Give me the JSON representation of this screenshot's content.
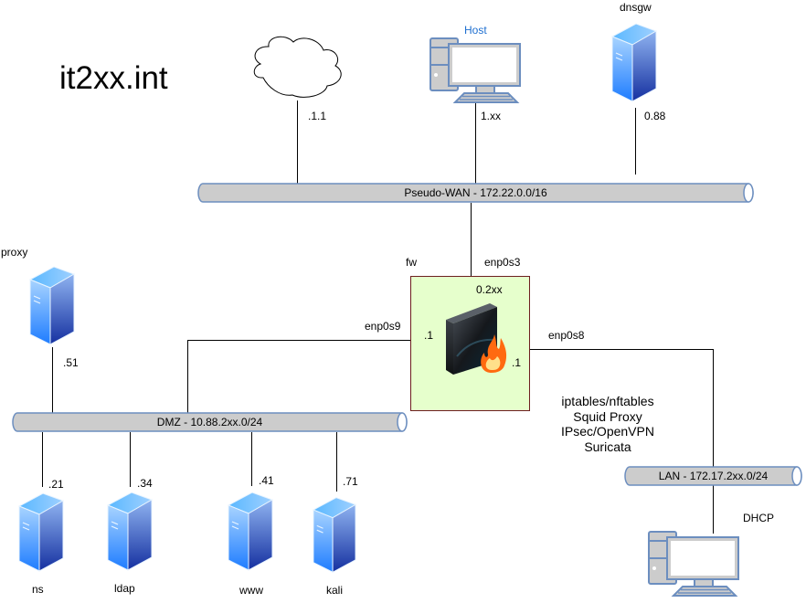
{
  "diagram": {
    "title": "it2xx.int",
    "networks": {
      "wan": {
        "label": "Pseudo-WAN - 172.22.0.0/16"
      },
      "dmz": {
        "label": "DMZ - 10.88.2xx.0/24"
      },
      "lan": {
        "label": "LAN - 172.17.2xx.0/24"
      }
    },
    "nodes": {
      "cloud": {
        "name": "",
        "address": ".1.1"
      },
      "host": {
        "name": "Host",
        "address": "1.xx"
      },
      "dnsgw": {
        "name": "dnsgw",
        "address": "0.88"
      },
      "fw": {
        "name": "fw",
        "iface_wan": "enp0s3",
        "addr_wan": "0.2xx",
        "iface_dmz": "enp0s9",
        "addr_dmz": ".1",
        "iface_lan": "enp0s8",
        "addr_lan": ".1",
        "services": [
          "iptables/nftables",
          "Squid Proxy",
          "IPsec/OpenVPN",
          "Suricata"
        ]
      },
      "proxy": {
        "name": "proxy",
        "address": ".51"
      },
      "ns": {
        "name": "ns",
        "address": ".21"
      },
      "ldap": {
        "name": "ldap",
        "address": ".34"
      },
      "www": {
        "name": "www",
        "address": ".41"
      },
      "kali": {
        "name": "kali",
        "address": ".71"
      },
      "lan_client": {
        "name": "",
        "address": "DHCP"
      }
    },
    "colors": {
      "bus_fill": "#cccccc",
      "bus_stroke": "#6c8ebf",
      "fw_box_fill": "#e6ffcc",
      "fw_box_stroke": "#6d1f1f",
      "host_label": "#1e6fd0"
    }
  }
}
